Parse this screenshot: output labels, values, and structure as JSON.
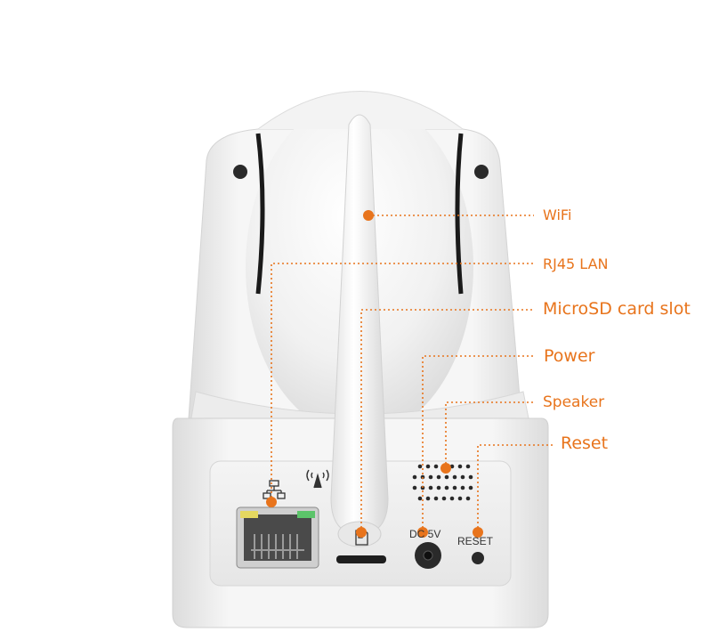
{
  "accent_color": "#e8741c",
  "callouts": {
    "wifi": "WiFi",
    "rj45": "RJ45 LAN",
    "microsd": "MicroSD card slot",
    "power": "Power",
    "speaker": "Speaker",
    "reset": "Reset"
  },
  "panel_labels": {
    "dc": "DC 5V",
    "reset": "RESET"
  },
  "icons": [
    "lan-icon",
    "wifi-antenna-icon",
    "sd-card-icon"
  ]
}
